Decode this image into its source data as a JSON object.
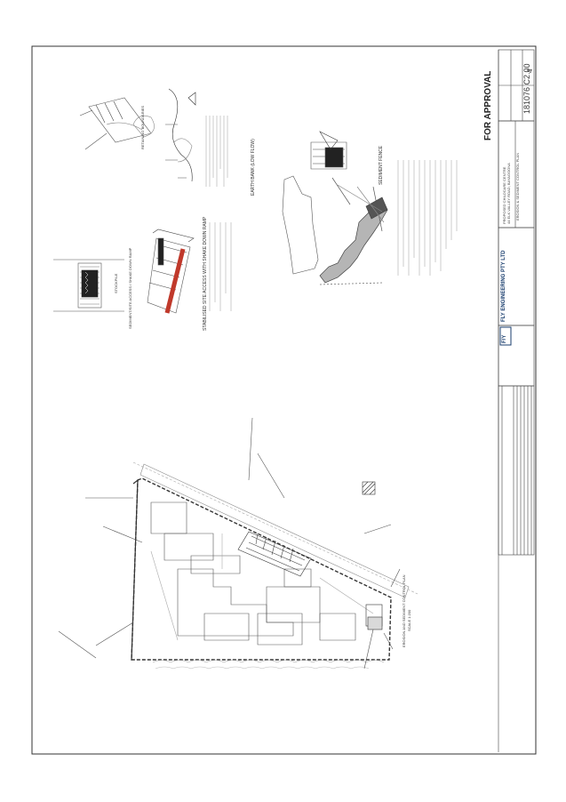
{
  "sheet": {
    "status_stamp": "FOR APPROVAL",
    "drawing_number": "181076 C2.00",
    "revision": "4",
    "company": "FLY ENGINEERING PTY LTD",
    "company_logo_text": "F/Y",
    "project_line_1": "PROPOSED CHILDCARE CENTRE",
    "project_line_2": "44 ELK VALLEY ROAD, BAYAGOONA",
    "drawing_title": "EROSION & SEDIMENT CONTROL PLAN",
    "detail_titles": {
      "earth_bank": "EARTH BANK (LOW FLOW)",
      "sediment_fence": "SEDIMENT FENCE",
      "stabilised_access": "STABILISED SITE ACCESS WITH SHAKE DOWN RAMP",
      "sediment_exit": "SEDIMENT/SITE ACCESS / SHAKE DOWN RAMP",
      "stockpile": "STOCKPILE",
      "retaining": "RETAINING BOUNDARIES"
    },
    "plan_labels": {
      "site_plan": "EROSION AND SEDIMENT CONTROL PLAN",
      "scale": "SCALE 1:200"
    }
  },
  "colors": {
    "line": "#333333",
    "accent_red": "#c0392b",
    "paper": "#ffffff"
  }
}
